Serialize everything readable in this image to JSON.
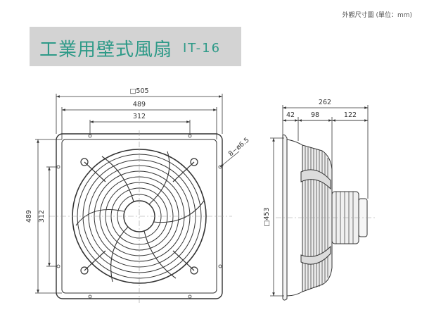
{
  "unit_note": "外觀尺寸圖 (單位：mm)",
  "title": "工業用壁式風扇",
  "model": "IT-16",
  "front_view": {
    "overall_width": "□505",
    "width_489": "489",
    "width_312": "312",
    "height_489": "489",
    "height_312": "312",
    "hole_note": "8−ø6.5"
  },
  "side_view": {
    "depth_total": "262",
    "depth_a": "42",
    "depth_b": "98",
    "depth_c": "122",
    "height": "□453"
  },
  "colors": {
    "title_text": "#2e9a88",
    "title_background": "#d3d3d3",
    "line": "#333333",
    "shade": "#e8e8e8"
  }
}
